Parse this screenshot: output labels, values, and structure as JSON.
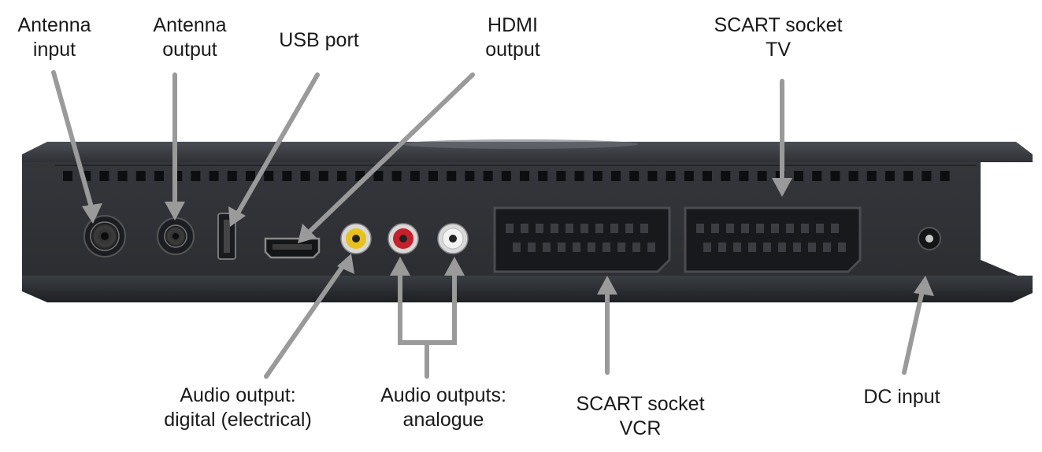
{
  "labels": {
    "antenna_input": [
      "Antenna",
      "input"
    ],
    "antenna_output": [
      "Antenna",
      "output"
    ],
    "usb_port": [
      "USB port"
    ],
    "hdmi_output": [
      "HDMI",
      "output"
    ],
    "scart_tv": [
      "SCART socket",
      "TV"
    ],
    "audio_digital": [
      "Audio output:",
      "digital (electrical)"
    ],
    "audio_analogue": [
      "Audio outputs:",
      "analogue"
    ],
    "scart_vcr": [
      "SCART socket",
      "VCR"
    ],
    "dc_input": [
      "DC input"
    ]
  },
  "colors": {
    "arrow": "#9a9a9a",
    "body_top": "#3c3f44",
    "body_face": "#2e3034",
    "body_bottom": "#25272a",
    "rca_yellow": "#e8c21a",
    "rca_red": "#c8202a",
    "rca_white": "#e6e6e6",
    "text": "#1a1a1a"
  }
}
